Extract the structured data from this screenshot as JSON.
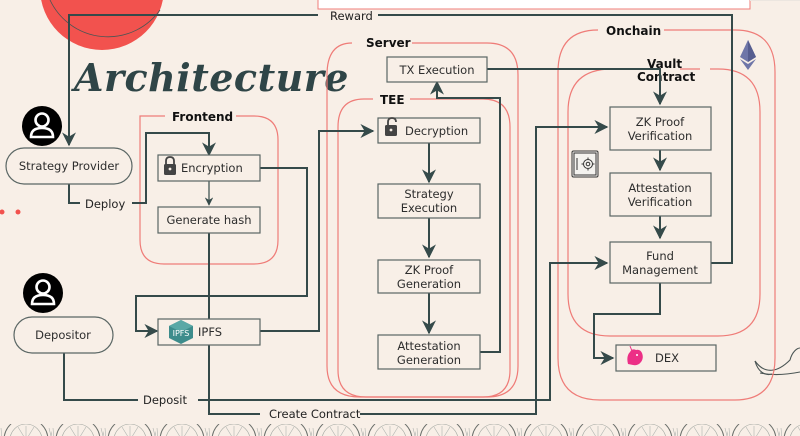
{
  "title": "Architecture",
  "colors": {
    "background": "#f8efe7",
    "group_border": "#ef7c78",
    "connector": "#354a4a",
    "node_border": "#5a6664",
    "accent_red": "#f2524e",
    "ipfs": "#3d8c8c",
    "ethereum": "#6f76a8",
    "uniswap": "#ec2f86"
  },
  "actors": [
    {
      "id": "strategy_provider",
      "label": "Strategy Provider",
      "icon": "user-icon"
    },
    {
      "id": "depositor",
      "label": "Depositor",
      "icon": "user-icon"
    }
  ],
  "groups": {
    "frontend": {
      "label": "Frontend"
    },
    "server": {
      "label": "Server"
    },
    "tee": {
      "label": "TEE"
    },
    "onchain": {
      "label": "Onchain"
    },
    "vault_contract": {
      "label_line1": "Vault",
      "label_line2": "Contract"
    }
  },
  "nodes": {
    "encryption": {
      "label": "Encryption",
      "icon": "lock-icon"
    },
    "generate_hash": {
      "label": "Generate hash"
    },
    "ipfs": {
      "label": "IPFS",
      "icon": "ipfs-icon",
      "icon_text": "IPFS"
    },
    "tx_execution": {
      "label": "TX Execution"
    },
    "decryption": {
      "label": "Decryption",
      "icon": "unlock-icon"
    },
    "strategy_execution": {
      "line1": "Strategy",
      "line2": "Execution"
    },
    "zk_proof_generation": {
      "line1": "ZK Proof",
      "line2": "Generation"
    },
    "attestation_generation": {
      "line1": "Attestation",
      "line2": "Generation"
    },
    "zk_proof_verification": {
      "line1": "ZK Proof",
      "line2": "Verification"
    },
    "attestation_verification": {
      "line1": "Attestation",
      "line2": "Verification"
    },
    "fund_management": {
      "line1": "Fund",
      "line2": "Management"
    },
    "dex": {
      "label": "DEX",
      "icon": "uniswap-icon"
    }
  },
  "edge_labels": {
    "reward": "Reward",
    "deploy": "Deploy",
    "deposit": "Deposit",
    "create_contract": "Create Contract"
  },
  "decorations": [
    "ethereum-icon",
    "vault-safe-icon"
  ]
}
